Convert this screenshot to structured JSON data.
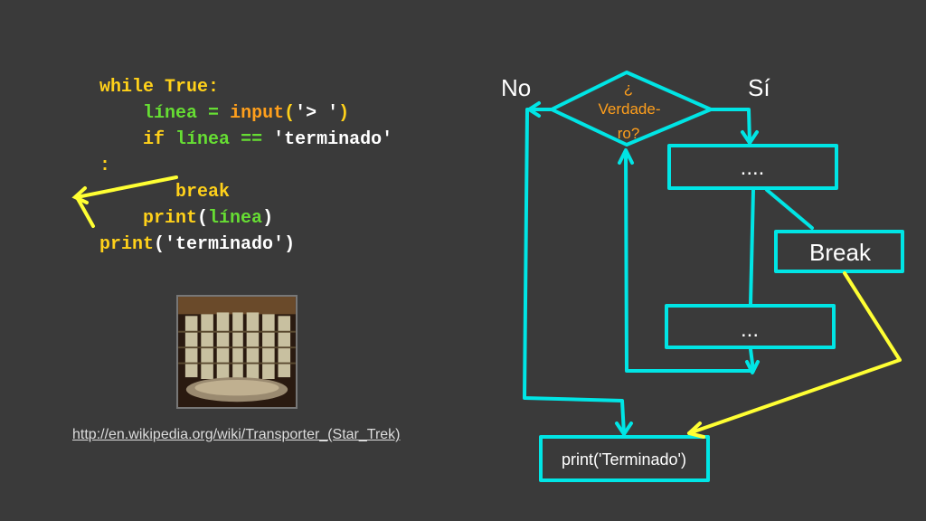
{
  "code": {
    "line1": {
      "kw1": "while",
      "kw2": "True",
      "colon": ":"
    },
    "line2": {
      "var": "línea",
      "eq": "=",
      "fn": "input",
      "open": "(",
      "str": "'> '",
      "close": ")"
    },
    "line3": {
      "kw": "if",
      "var": "línea",
      "op": "==",
      "str": "'terminado'"
    },
    "line4": {
      "colon": ":"
    },
    "line5": {
      "kw": "break"
    },
    "line6": {
      "fn": "print",
      "open": "(",
      "var": "línea",
      "close": ")"
    },
    "line7": {
      "fn": "print",
      "open": "(",
      "str": "'terminado'",
      "close": ")"
    }
  },
  "image_link": "http://en.wikipedia.org/wiki/Transporter_(Star_Trek)",
  "flowchart": {
    "label_no": "No",
    "label_si": "Sí",
    "decision": [
      "¿",
      "Verdade-",
      "ro?"
    ],
    "box1": "....",
    "box_break": "Break",
    "box2": "...",
    "box_end": "print('Terminado')"
  },
  "colors": {
    "background": "#3a3a3a",
    "flow_lines": "#00e5e5",
    "break_arrows": "#ffff33",
    "decision_text": "#ff9f1c",
    "keyword": "#ffd11a",
    "variable": "#66dd33"
  },
  "icons": {
    "photo": "transporter-room-photo"
  }
}
